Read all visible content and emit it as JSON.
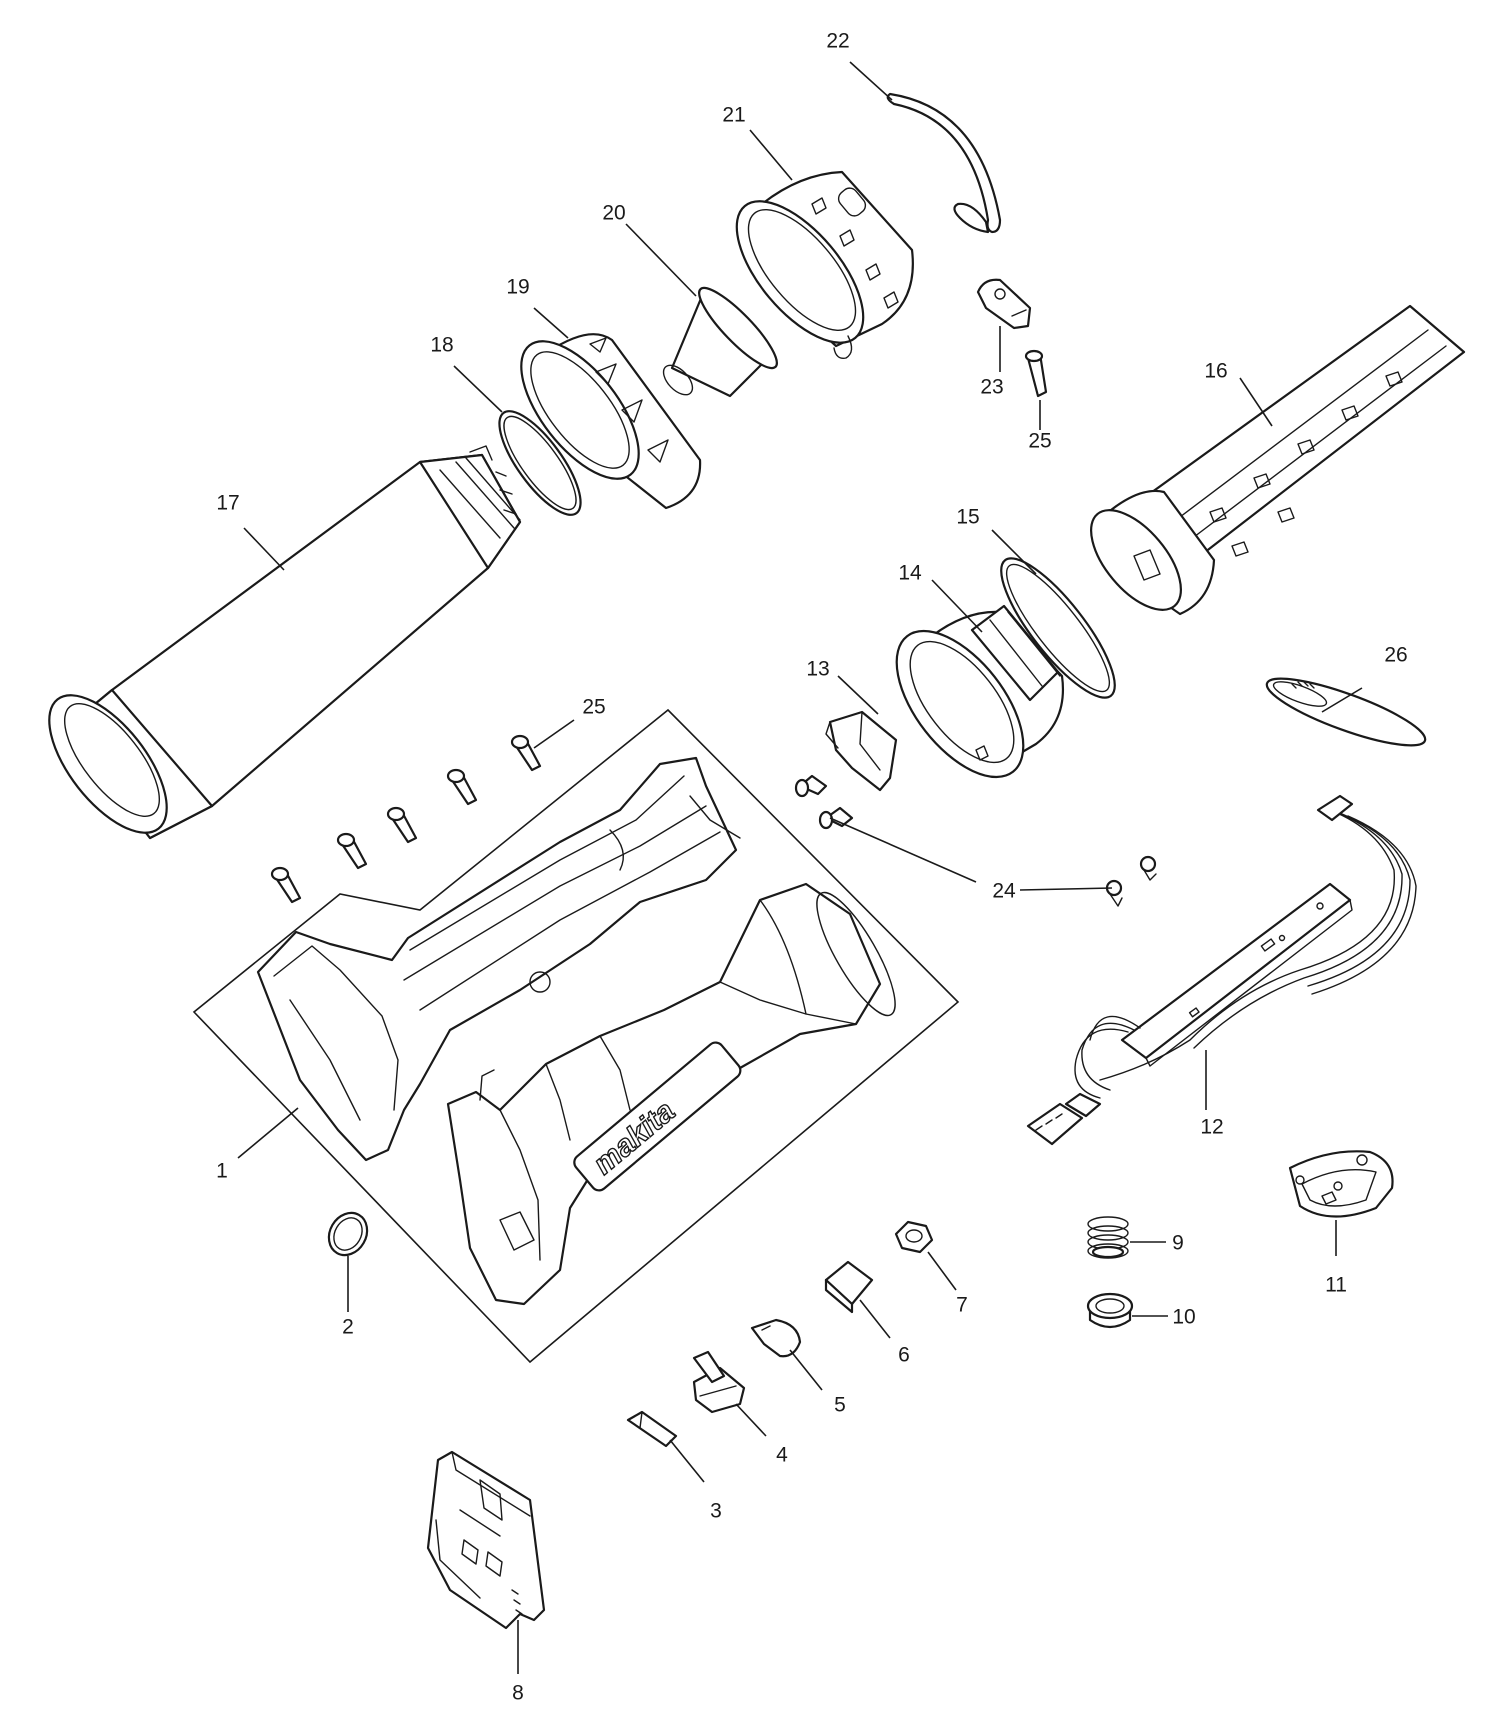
{
  "diagram": {
    "type": "exploded-parts-view",
    "brand_logo": "makita",
    "callouts": [
      "1",
      "2",
      "3",
      "4",
      "5",
      "6",
      "7",
      "8",
      "9",
      "10",
      "11",
      "12",
      "13",
      "14",
      "15",
      "16",
      "17",
      "18",
      "19",
      "20",
      "21",
      "22",
      "23",
      "24",
      "25",
      "26"
    ],
    "callout_25_repeat": "25"
  }
}
